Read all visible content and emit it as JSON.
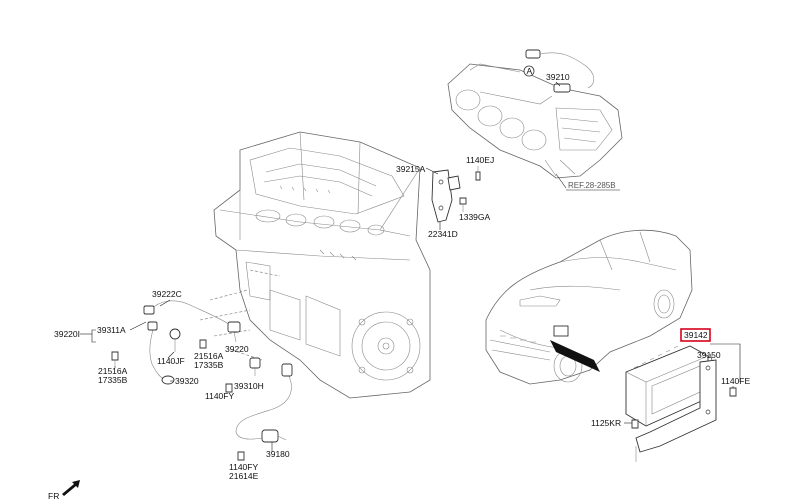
{
  "callouts": {
    "c39210": "39210",
    "marker_a": "A",
    "c39215A": "39215A",
    "c1140EJ": "1140EJ",
    "c1339GA": "1339GA",
    "c22341D": "22341D",
    "ref": "REF.28-285B",
    "c39222C": "39222C",
    "c39220I": "39220I",
    "c39311A": "39311A",
    "c1140JF": "1140JF",
    "c21516A_l": "21516A",
    "c17335B_l": "17335B",
    "c21516A_r": "21516A",
    "c17335B_r": "17335B",
    "c39220": "39220",
    "c39320": "39320",
    "c39310H": "39310H",
    "c1140FY_a": "1140FY",
    "c39180": "39180",
    "c1140FY_b": "1140FY",
    "c21614E": "21614E",
    "c39142": "39142",
    "c39150": "39150",
    "c1140FE": "1140FE",
    "c1125KR": "1125KR",
    "fr": "FR"
  },
  "highlight_color": "#d9001b"
}
